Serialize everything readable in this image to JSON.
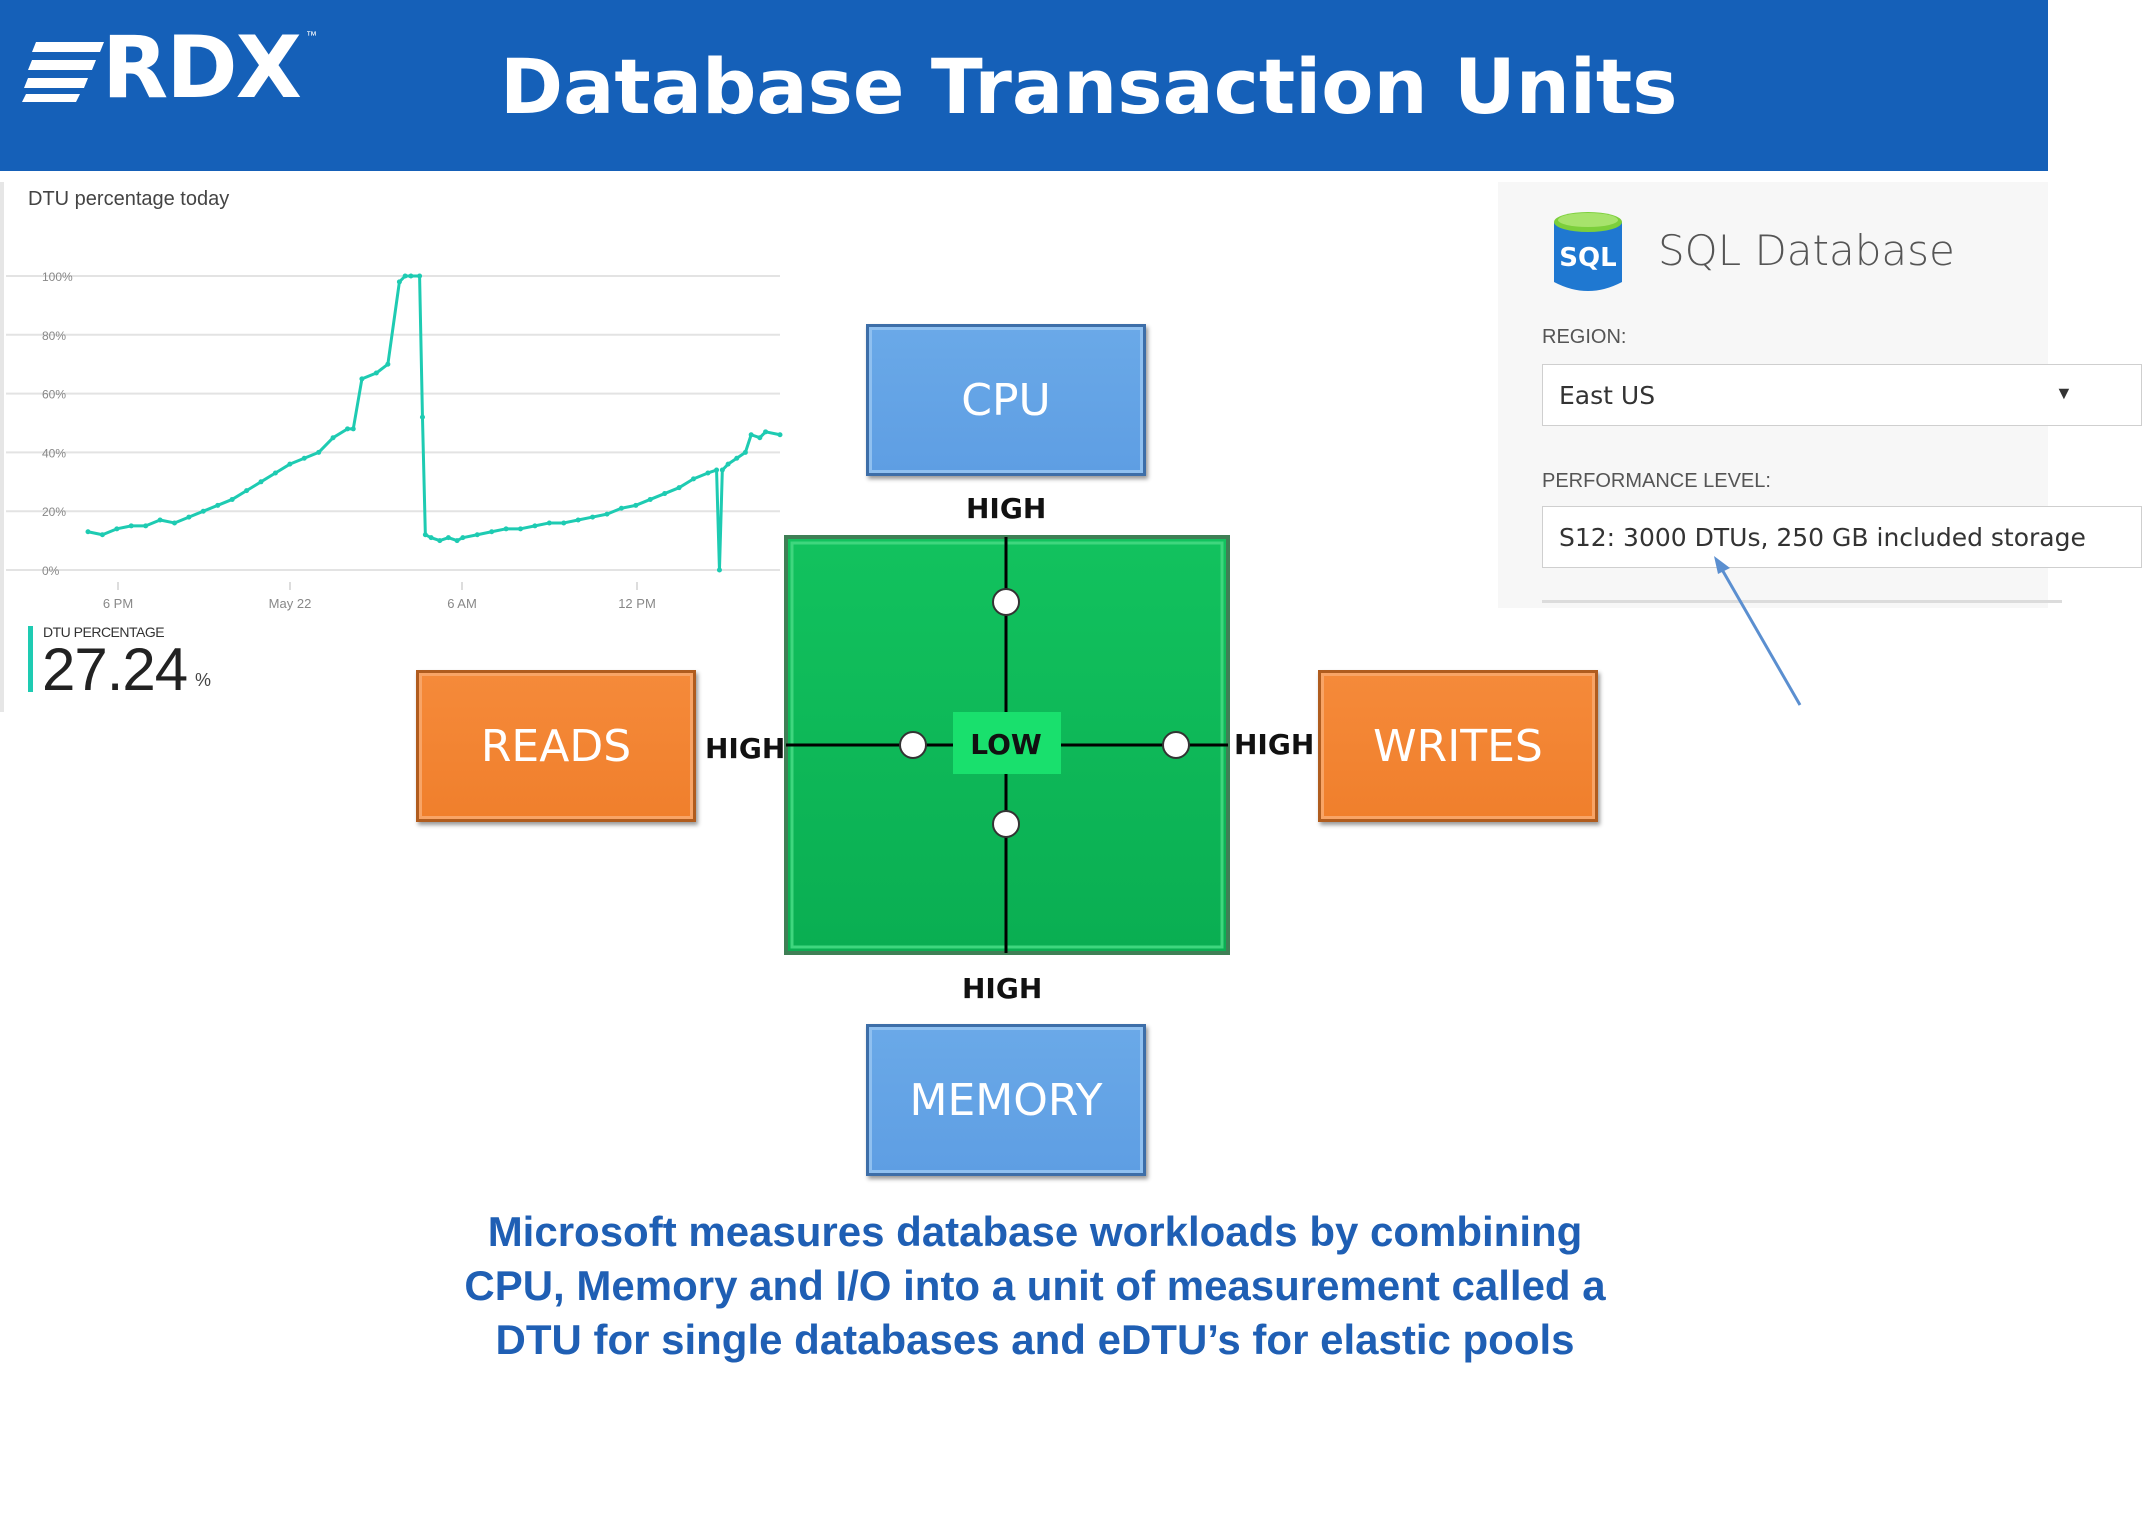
{
  "header": {
    "logo_text": "RDX",
    "logo_tm": "™",
    "title": "Database Transaction Units"
  },
  "dtu_chart": {
    "title": "DTU percentage today",
    "metric_label": "DTU PERCENTAGE",
    "metric_value": "27.24",
    "metric_unit": "%"
  },
  "chart_data": {
    "type": "line",
    "title": "DTU percentage today",
    "y_ticks": [
      "100%",
      "80%",
      "60%",
      "40%",
      "20%",
      "0%"
    ],
    "x_ticks": [
      "6 PM",
      "May 22",
      "6 AM",
      "12 PM"
    ],
    "ylim": [
      0,
      100
    ],
    "grid": true,
    "series": [
      {
        "color": "#1ecbb2",
        "x": [
          0,
          5,
          10,
          15,
          20,
          25,
          30,
          35,
          40,
          45,
          50,
          55,
          60,
          65,
          70,
          75,
          80,
          85,
          90,
          92,
          95,
          100,
          104,
          108,
          110,
          112,
          115,
          116,
          117,
          119,
          122,
          125,
          128,
          130,
          135,
          140,
          145,
          150,
          155,
          160,
          165,
          170,
          175,
          180,
          185,
          190,
          195,
          200,
          205,
          210,
          215,
          218,
          219,
          220,
          222,
          225,
          228,
          230,
          233,
          235,
          240
        ],
        "values": [
          13,
          12,
          14,
          15,
          15,
          17,
          16,
          18,
          20,
          22,
          24,
          27,
          30,
          33,
          36,
          38,
          40,
          45,
          48,
          48,
          65,
          67,
          70,
          98,
          100,
          100,
          100,
          52,
          12,
          11,
          10,
          11,
          10,
          11,
          12,
          13,
          14,
          14,
          15,
          16,
          16,
          17,
          18,
          19,
          21,
          22,
          24,
          26,
          28,
          31,
          33,
          34,
          0,
          34,
          36,
          38,
          40,
          46,
          45,
          47,
          46
        ]
      }
    ]
  },
  "sql_panel": {
    "service_icon": "sql-database-icon",
    "icon_text": "SQL",
    "name": "SQL Database",
    "region_label": "REGION:",
    "region_value": "East US",
    "performance_label": "PERFORMANCE LEVEL:",
    "performance_value": "S12: 3000 DTUs, 250 GB included storage"
  },
  "diagram": {
    "cpu": "CPU",
    "memory": "MEMORY",
    "reads": "READS",
    "writes": "WRITES",
    "center": "LOW",
    "high_top": "HIGH",
    "high_bottom": "HIGH",
    "high_left": "HIGH",
    "high_right": "HIGH"
  },
  "caption": {
    "line1": "Microsoft measures database workloads by combining",
    "line2": "CPU, Memory and I/O into a unit of measurement called a",
    "line3": "DTU for single databases and eDTU’s for elastic pools"
  },
  "colors": {
    "header": "#1560b8",
    "chart_line": "#1ecbb2",
    "grid_green": "#0db859",
    "center_green": "#19e06d",
    "box_blue": "#62a2e6",
    "box_orange": "#f28232",
    "caption_blue": "#1f5fb4"
  }
}
